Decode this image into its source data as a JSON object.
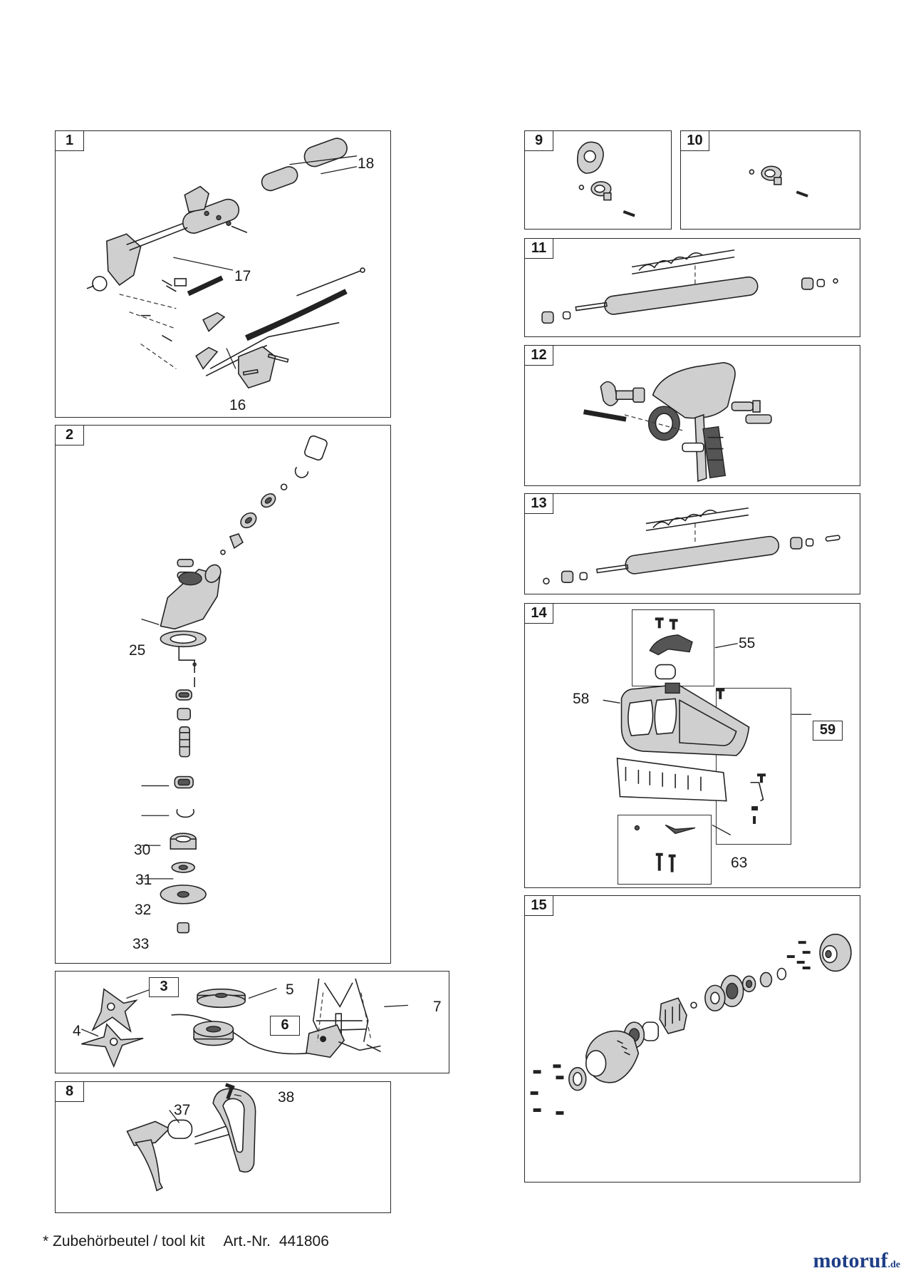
{
  "panels": {
    "p1": {
      "number": "1",
      "callouts": {
        "a": "18",
        "b": "17",
        "c": "16"
      }
    },
    "p2": {
      "number": "2",
      "callouts": {
        "a": "25",
        "b": "30",
        "c": "31",
        "d": "32",
        "e": "33"
      }
    },
    "p3": {
      "boxed": {
        "a": "3",
        "b": "6"
      },
      "callouts": {
        "a": "5",
        "b": "4",
        "c": "7"
      }
    },
    "p8": {
      "number": "8",
      "callouts": {
        "a": "37",
        "b": "38"
      }
    },
    "p9": {
      "number": "9"
    },
    "p10": {
      "number": "10"
    },
    "p11": {
      "number": "11"
    },
    "p12": {
      "number": "12"
    },
    "p13": {
      "number": "13"
    },
    "p14": {
      "number": "14",
      "callouts": {
        "a": "55",
        "b": "58",
        "c": "59",
        "d": "63"
      }
    },
    "p15": {
      "number": "15"
    }
  },
  "footer": {
    "note": "* Zubehörbeutel / tool kit",
    "article_label": "Art.-Nr.",
    "article_number": "441806"
  },
  "logo": {
    "name": "motoruf",
    "tld": ".de"
  }
}
